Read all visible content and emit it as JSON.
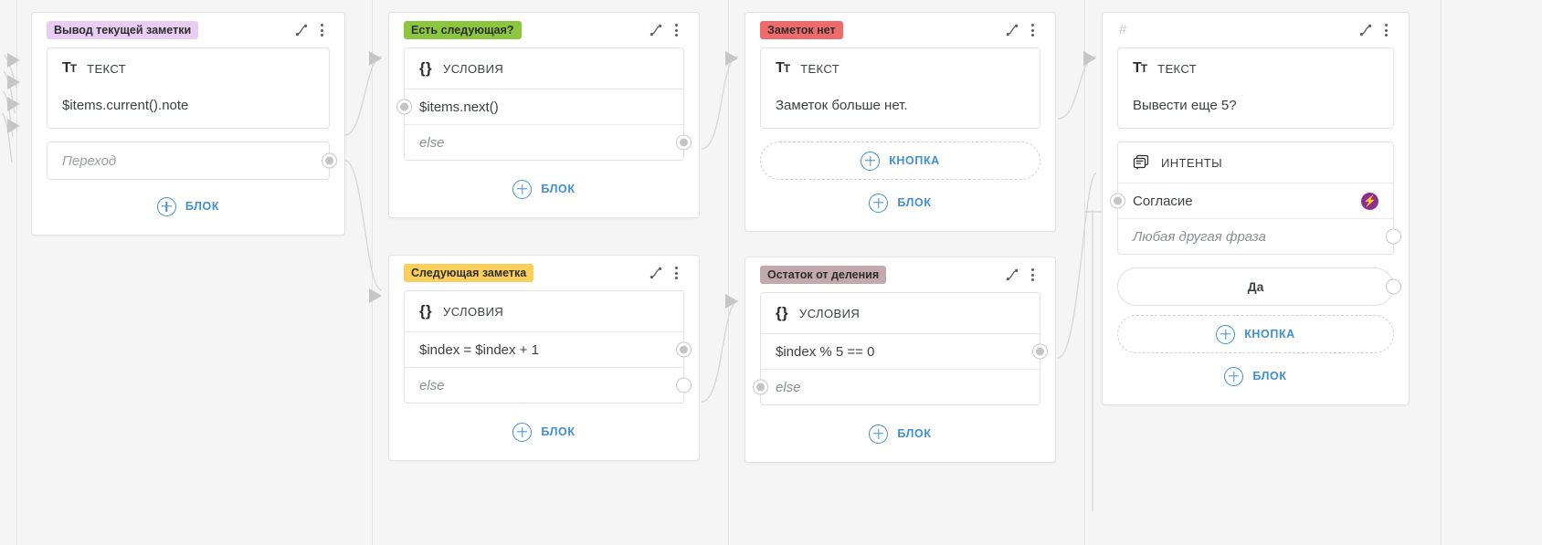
{
  "app": {
    "canvas_label": "dialog-flow-editor"
  },
  "icons": {
    "connection": "connection-curve-icon",
    "more": "more-vertical-icon",
    "text_block": "text-format-icon",
    "condition_block": "braces-icon",
    "intents_block": "chat-bubble-icon",
    "bolt": "lightning-bolt-icon",
    "plus": "plus-circle-icon"
  },
  "colors": {
    "tag_purple": "#e9cdf5",
    "tag_green": "#8cc63f",
    "tag_red": "#ef6b6b",
    "tag_yellow": "#fbcf5b",
    "tag_mauve": "#c4a8b0",
    "accent_blue": "#3f8fd4",
    "bolt_purple": "#8b2f8f",
    "bolt_yellow": "#ffd84a"
  },
  "labels": {
    "add_block": "БЛОК",
    "add_button": "КНОПКА",
    "text_block": "ТЕКСТ",
    "condition_block": "УСЛОВИЯ",
    "intents_block": "ИНТЕНТЫ",
    "else": "else"
  },
  "cards": [
    {
      "id": "card-current-note",
      "tag": "Вывод текущей заметки",
      "tag_color": "#e9cdf5",
      "blocks": [
        {
          "type": "text",
          "title": "ТЕКСТ",
          "content": "$items.current().note"
        }
      ],
      "transition_placeholder": "Переход",
      "add_block": "БЛОК"
    },
    {
      "id": "card-has-next",
      "tag": "Есть следующая?",
      "tag_color": "#8cc63f",
      "blocks": [
        {
          "type": "condition",
          "title": "УСЛОВИЯ",
          "rows": [
            {
              "text": "$items.next()",
              "italic": false,
              "dot_left": "filled",
              "dot_right": "none"
            },
            {
              "text": "else",
              "italic": true,
              "dot_left": "none",
              "dot_right": "filled"
            }
          ]
        }
      ],
      "add_block": "БЛОК"
    },
    {
      "id": "card-no-notes",
      "tag": "Заметок нет",
      "tag_color": "#ef6b6b",
      "blocks": [
        {
          "type": "text",
          "title": "ТЕКСТ",
          "content": "Заметок больше нет."
        }
      ],
      "add_button": "КНОПКА",
      "add_block": "БЛОК"
    },
    {
      "id": "card-ask-more",
      "tag": "#",
      "tag_color": "transparent",
      "blocks": [
        {
          "type": "text",
          "title": "ТЕКСТ",
          "content": "Вывести еще 5?"
        },
        {
          "type": "intents",
          "title": "ИНТЕНТЫ",
          "rows": [
            {
              "text": "Согласие",
              "italic": false,
              "dot_left": "filled",
              "badge": "bolt"
            },
            {
              "text": "Любая другая фраза",
              "italic": true,
              "dot_left": "none",
              "dot_right": "empty"
            }
          ]
        }
      ],
      "answer_button": "Да",
      "add_button": "КНОПКА",
      "add_block": "БЛОК"
    },
    {
      "id": "card-next-note",
      "tag": "Следующая заметка",
      "tag_color": "#fbcf5b",
      "blocks": [
        {
          "type": "condition",
          "title": "УСЛОВИЯ",
          "rows": [
            {
              "text": "$index = $index + 1",
              "italic": false,
              "dot_left": "none",
              "dot_right": "filled"
            },
            {
              "text": "else",
              "italic": true,
              "dot_left": "none",
              "dot_right": "empty"
            }
          ]
        }
      ],
      "add_block": "БЛОК"
    },
    {
      "id": "card-modulo",
      "tag": "Остаток от деления",
      "tag_color": "#c4a8b0",
      "blocks": [
        {
          "type": "condition",
          "title": "УСЛОВИЯ",
          "rows": [
            {
              "text": "$index % 5 == 0",
              "italic": false,
              "dot_left": "none",
              "dot_right": "filled"
            },
            {
              "text": "else",
              "italic": true,
              "dot_left": "filled",
              "dot_right": "none"
            }
          ]
        }
      ],
      "add_block": "БЛОК"
    }
  ]
}
